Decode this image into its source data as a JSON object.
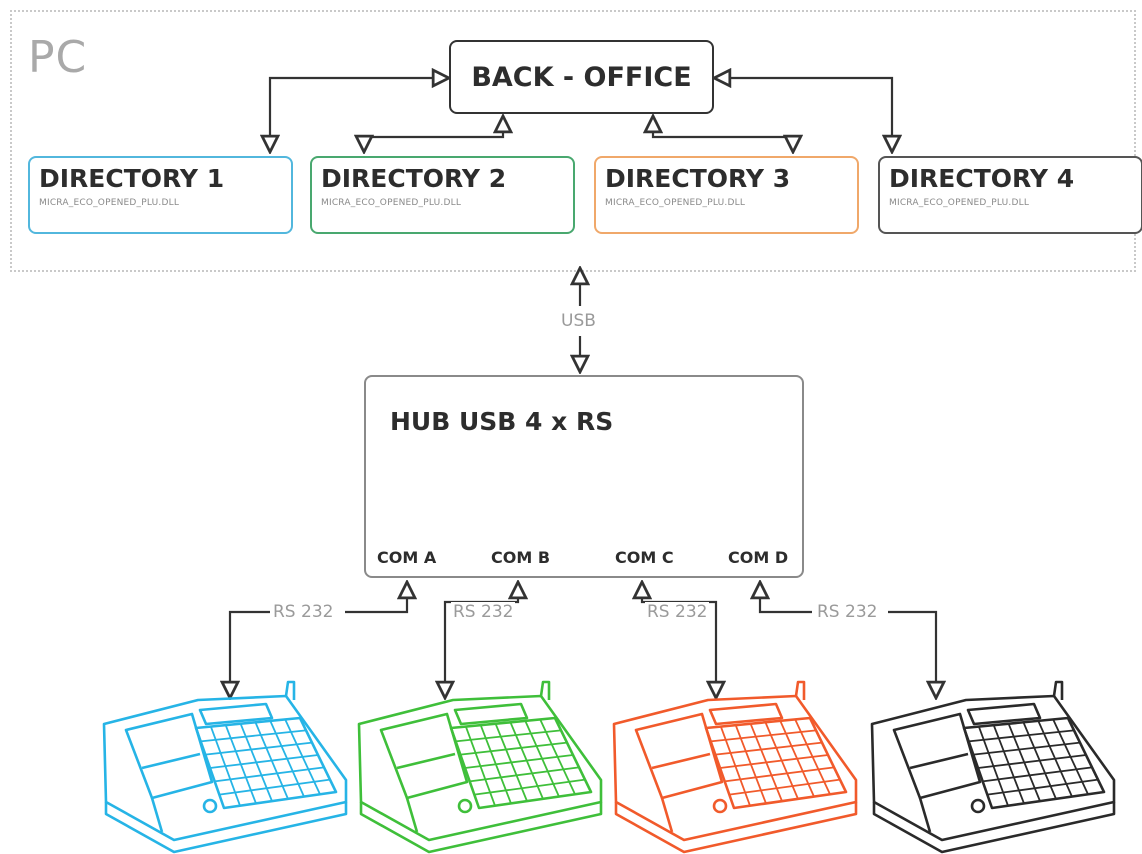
{
  "pc_label": "PC",
  "back_office": "BACK - OFFICE",
  "directories": [
    {
      "title": "DIRECTORY 1",
      "file": "MICRA_ECO_OPENED_PLU.DLL",
      "color": "#52b7dd"
    },
    {
      "title": "DIRECTORY 2",
      "file": "MICRA_ECO_OPENED_PLU.DLL",
      "color": "#49a86f"
    },
    {
      "title": "DIRECTORY 3",
      "file": "MICRA_ECO_OPENED_PLU.DLL",
      "color": "#f0a86a"
    },
    {
      "title": "DIRECTORY 4",
      "file": "MICRA_ECO_OPENED_PLU.DLL",
      "color": "#555555"
    }
  ],
  "usb_label": "USB",
  "hub": {
    "title": "HUB USB 4 x RS",
    "ports": [
      "COM A",
      "COM B",
      "COM C",
      "COM D"
    ]
  },
  "rs_label": "RS 232",
  "registers": [
    {
      "name": "cash-register-1",
      "color": "#26b4e6"
    },
    {
      "name": "cash-register-2",
      "color": "#3fbf3a"
    },
    {
      "name": "cash-register-3",
      "color": "#f15a2b"
    },
    {
      "name": "cash-register-4",
      "color": "#2a2a2a"
    }
  ]
}
